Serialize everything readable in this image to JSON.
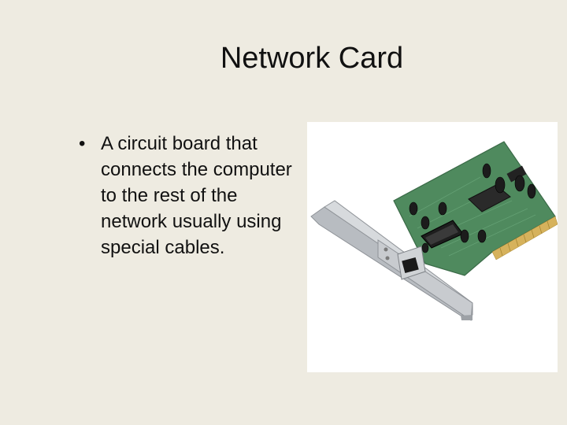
{
  "slide": {
    "title": "Network Card",
    "bullets": [
      {
        "marker": "•",
        "text": "A circuit board that connects the computer to the rest of the network usually using special cables."
      }
    ]
  },
  "image": {
    "subject": "network-interface-card",
    "colors": {
      "background": "#eeebe1",
      "pcb": "#4f8a5e",
      "bracket": "#c9ccd0",
      "gold_contacts": "#d6b25c",
      "chip": "#2a2a2a"
    }
  }
}
